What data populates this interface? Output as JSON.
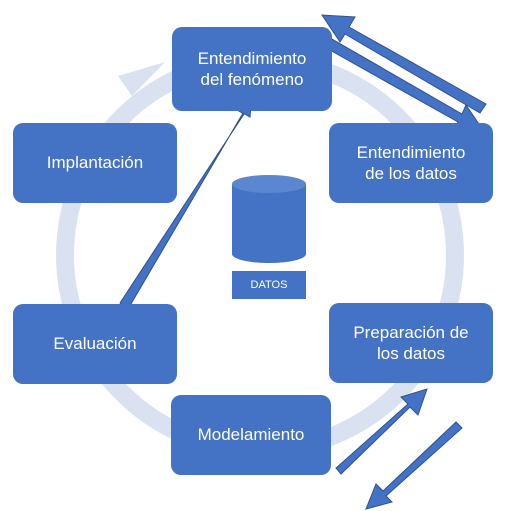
{
  "colors": {
    "box_fill": "#4472c4",
    "ring": "#dae2f1",
    "arrow_fill": "#4472c4",
    "arrow_stroke": "#2f528f",
    "text": "#ffffff"
  },
  "phases": {
    "entendimiento_fenomeno": "Entendimiento\ndel fenómeno",
    "entendimiento_datos": "Entendimiento\nde los datos",
    "preparacion_datos": "Preparación de\nlos datos",
    "modelamiento": "Modelamiento",
    "evaluacion": "Evaluación",
    "implantacion": "Implantación"
  },
  "database": {
    "label": "DATOS",
    "icon": "database-cylinder-icon"
  }
}
